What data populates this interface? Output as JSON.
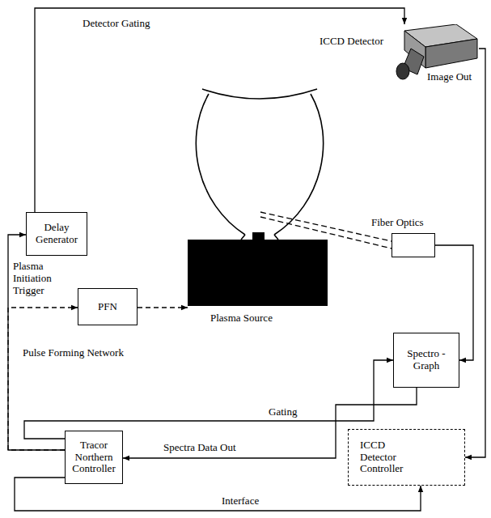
{
  "diagram": {
    "nodes": [
      {
        "text": [
          "ICCD Detector"
        ]
      },
      {
        "text": [
          "Delay Generator"
        ]
      },
      {
        "text": [
          "PFN"
        ]
      },
      {
        "text": [
          "Plasma Source"
        ]
      },
      {
        "text": [
          "Fiber Optics"
        ]
      },
      {
        "text": [
          "Spectro - Graph"
        ]
      },
      {
        "text": [
          "Tracor Northern Controller"
        ]
      },
      {
        "text": [
          "ICCD Detector Controller"
        ]
      }
    ],
    "edges": [
      {
        "from": 1,
        "to": 0,
        "arrow": "to",
        "label": "Detector Gating"
      },
      {
        "from": 0,
        "to": 7,
        "arrow": "to",
        "label": "Image Out"
      },
      {
        "from": 6,
        "to": 1,
        "arrow": "to"
      },
      {
        "from": 6,
        "to": 2,
        "arrow": "to",
        "label": "Plasma Initiation Trigger"
      },
      {
        "from": 2,
        "to": 3,
        "arrow": "to"
      },
      {
        "from": 4,
        "to": 5,
        "arrow": "to"
      },
      {
        "from": 6,
        "to": 5,
        "arrow": "to",
        "label": "Gating"
      },
      {
        "from": 5,
        "to": 6,
        "arrow": "to",
        "label": "Spectra Data Out"
      },
      {
        "from": 6,
        "to": 7,
        "arrow": "to",
        "label": "Interface"
      }
    ],
    "labels": [
      "Pulse Forming Network"
    ]
  }
}
